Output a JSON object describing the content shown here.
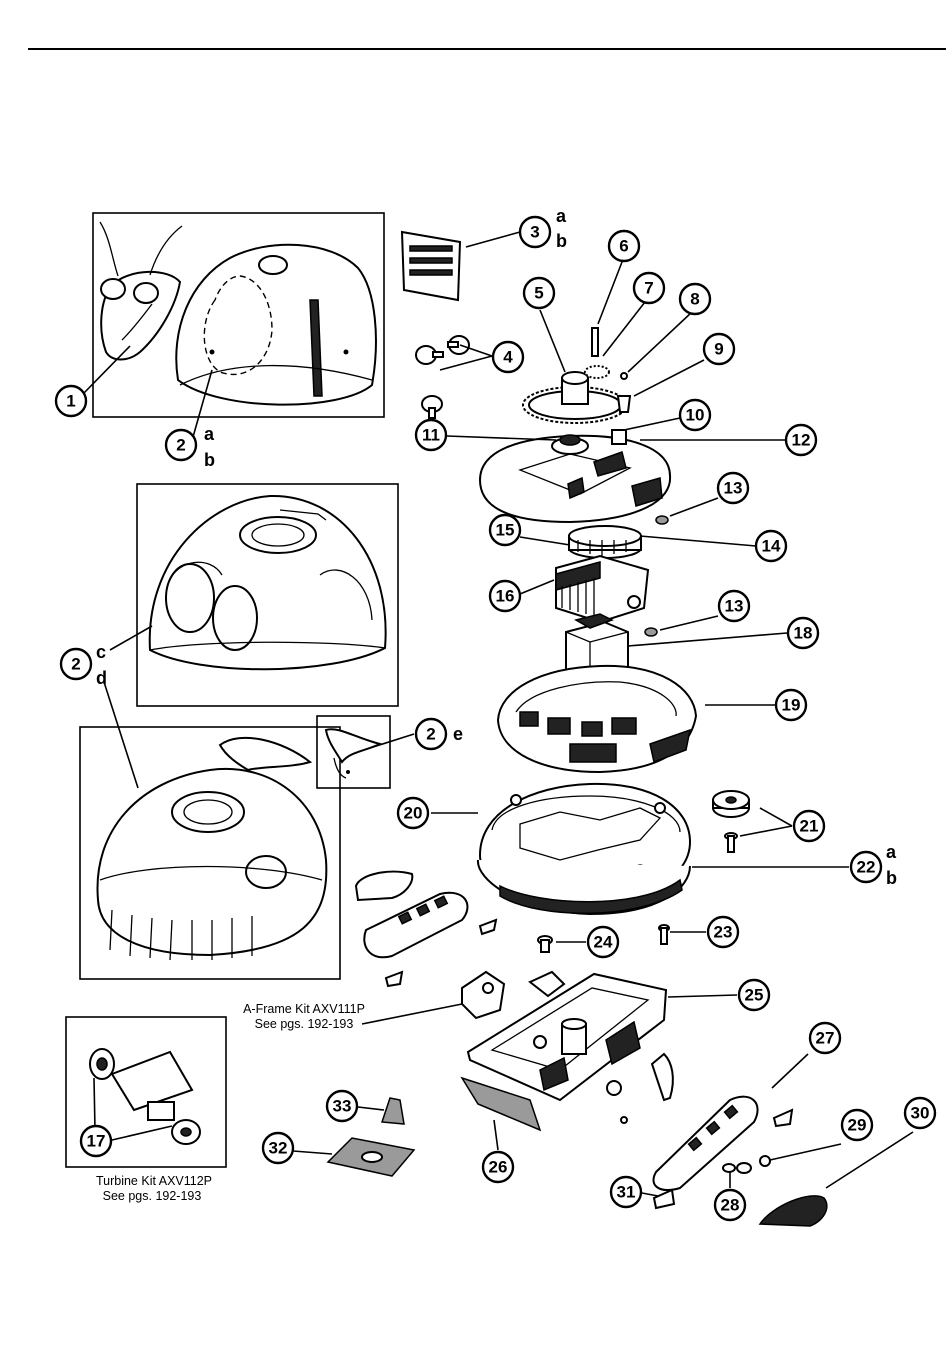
{
  "callouts": {
    "c1": "1",
    "c2ab": "2",
    "c2cd": "2",
    "c2e": "2",
    "c3": "3",
    "c4": "4",
    "c5": "5",
    "c6": "6",
    "c7": "7",
    "c8": "8",
    "c9": "9",
    "c10": "10",
    "c11": "11",
    "c12": "12",
    "c13a": "13",
    "c13b": "13",
    "c14": "14",
    "c15": "15",
    "c16": "16",
    "c17": "17",
    "c18": "18",
    "c19": "19",
    "c20": "20",
    "c21": "21",
    "c22": "22",
    "c23": "23",
    "c24": "24",
    "c25": "25",
    "c26": "26",
    "c27": "27",
    "c28": "28",
    "c29": "29",
    "c30": "30",
    "c31": "31",
    "c32": "32",
    "c33": "33"
  },
  "suffixes": {
    "s2ab_a": "a",
    "s2ab_b": "b",
    "s2cd_c": "c",
    "s2cd_d": "d",
    "s2e_e": "e",
    "s3_a": "a",
    "s3_b": "b",
    "s22_a": "a",
    "s22_b": "b"
  },
  "kits": {
    "aframe_line1": "A-Frame Kit  AXV111P",
    "aframe_line2": "See pgs. 192-193",
    "turbine_line1": "Turbine Kit AXV112P",
    "turbine_line2": "See pgs. 192-193"
  }
}
